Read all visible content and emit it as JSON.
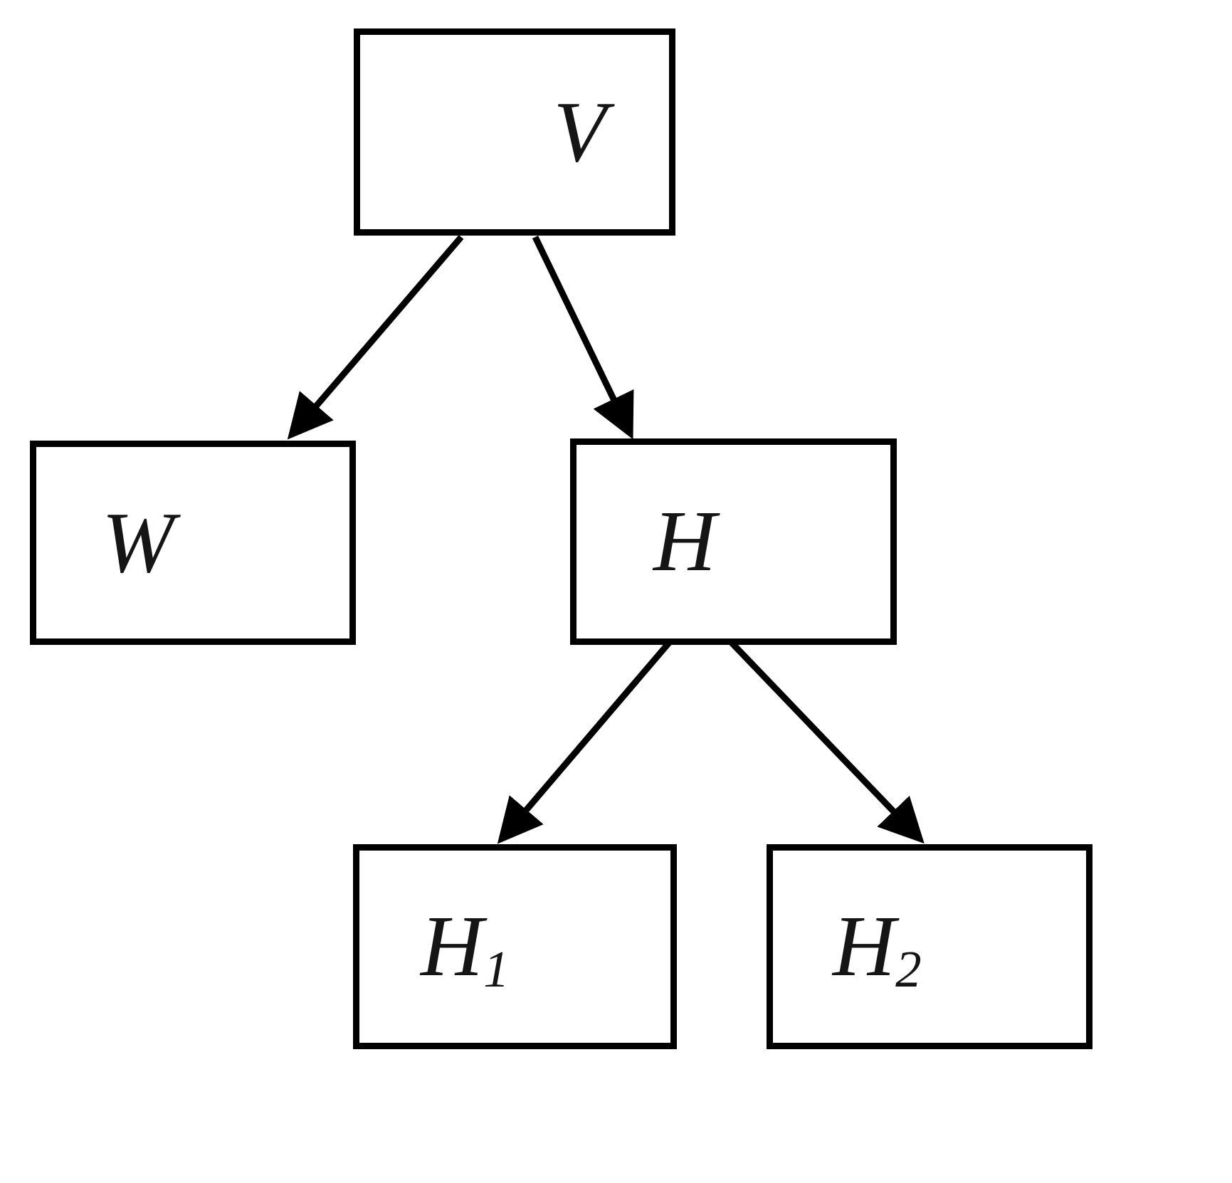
{
  "diagram": {
    "type": "tree",
    "background": "#ffffff",
    "box_border_color": "#000000",
    "text_color": "#151515",
    "nodes": {
      "v": {
        "label": "V",
        "subscript": ""
      },
      "w": {
        "label": "W",
        "subscript": ""
      },
      "h": {
        "label": "H",
        "subscript": ""
      },
      "h1": {
        "label": "H",
        "subscript": "1"
      },
      "h2": {
        "label": "H",
        "subscript": "2"
      }
    },
    "edges": [
      {
        "from": "V",
        "to": "W"
      },
      {
        "from": "V",
        "to": "H"
      },
      {
        "from": "H",
        "to": "H1"
      },
      {
        "from": "H",
        "to": "H2"
      }
    ]
  }
}
